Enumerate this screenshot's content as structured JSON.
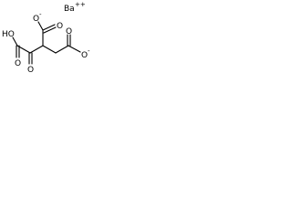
{
  "structure": {
    "cation": {
      "symbol": "Ba",
      "charge": "++"
    },
    "atoms": {
      "oxygen_top": "O",
      "oxygen_top_charge": "-",
      "hydroxyl": "HO",
      "oxygen_carbonyl_left": "O",
      "oxygen_keto": "O",
      "oxygen_right_upper": "O",
      "oxygen_right_lower": "O",
      "oxygen_right_lower_charge": "-"
    }
  }
}
